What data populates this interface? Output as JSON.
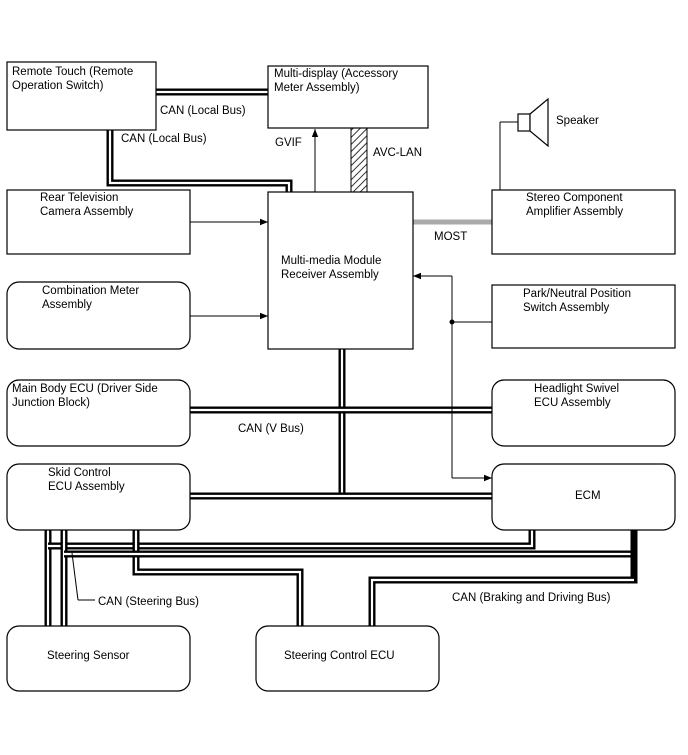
{
  "components": {
    "remote_touch": [
      "Remote Touch (Remote",
      "Operation Switch)"
    ],
    "multi_display": [
      "Multi-display (Accessory",
      "Meter Assembly)"
    ],
    "rear_camera": [
      "Rear Television",
      "Camera Assembly"
    ],
    "combination_meter": [
      "Combination Meter",
      "Assembly"
    ],
    "main_body_ecu": [
      "Main Body ECU (Driver Side",
      "Junction Block)"
    ],
    "skid_control": [
      "Skid Control",
      "ECU Assembly"
    ],
    "multimedia_module": [
      "Multi-media Module",
      "Receiver Assembly"
    ],
    "stereo_amp": [
      "Stereo Component",
      "Amplifier Assembly"
    ],
    "park_neutral": [
      "Park/Neutral Position",
      "Switch Assembly"
    ],
    "headlight_swivel": [
      "Headlight Swivel",
      "ECU Assembly"
    ],
    "ecm": [
      "ECM"
    ],
    "steering_sensor": [
      "Steering Sensor"
    ],
    "steering_control": [
      "Steering Control ECU"
    ]
  },
  "labels": {
    "speaker": "Speaker",
    "can_local_1": "CAN (Local Bus)",
    "can_local_2": "CAN (Local Bus)",
    "gvif": "GVIF",
    "avc_lan": "AVC-LAN",
    "most": "MOST",
    "can_v": "CAN (V Bus)",
    "can_steering": "CAN (Steering Bus)",
    "can_braking": "CAN (Braking and Driving Bus)"
  }
}
